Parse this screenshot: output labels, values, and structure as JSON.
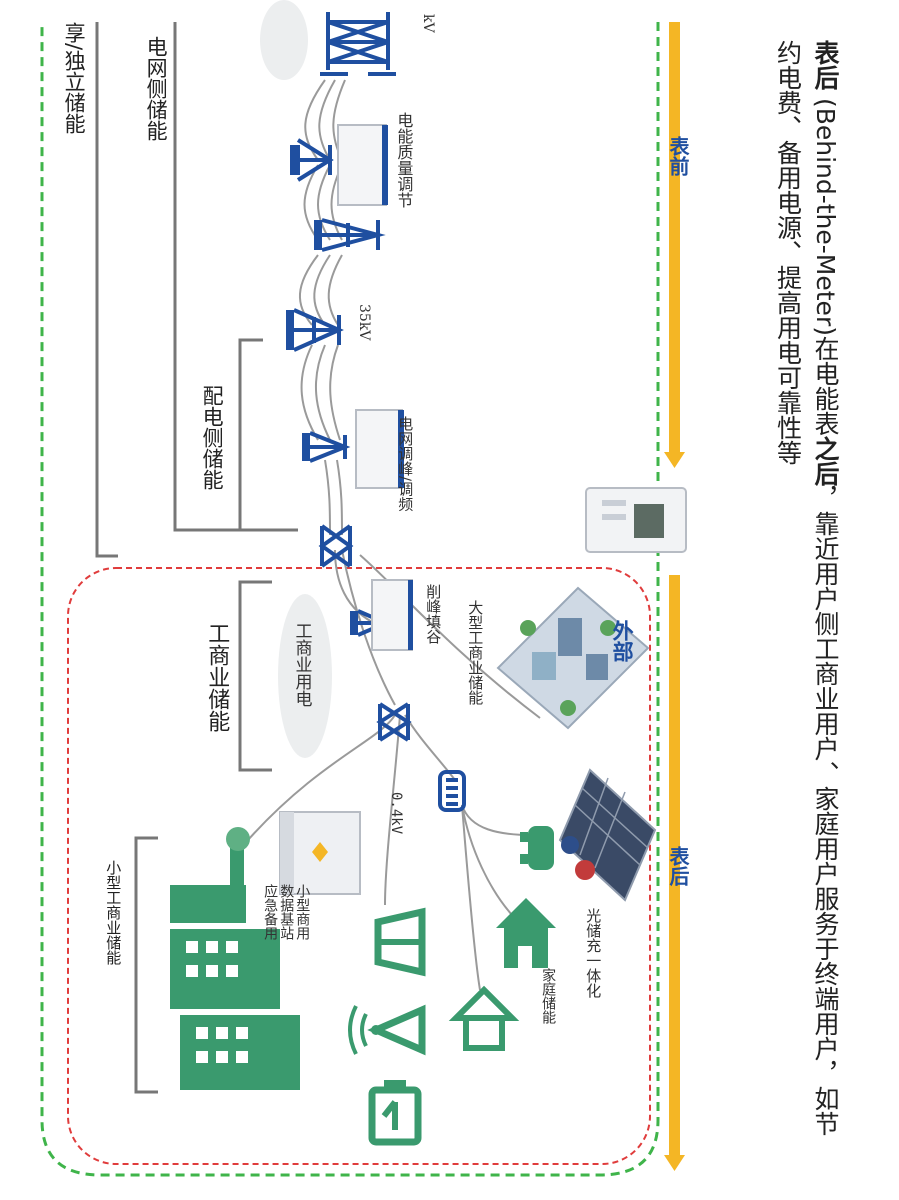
{
  "caption": {
    "term": "表后",
    "english": " (Behind-the-Meter)",
    "pre": "在电能表",
    "emph": "之后",
    "rest": "，靠近用户侧工商业用户、家庭用户服务于终端用户，如节约电费、备用电源、提高用电可靠性等"
  },
  "bars": {
    "front_label": "表前",
    "behind_label": "表后"
  },
  "colors": {
    "blue": "#1f4fa0",
    "green": "#3a9a6e",
    "gold": "#f4b625",
    "red_dash": "#e03c3c",
    "green_dash": "#3fb44a"
  },
  "categories": {
    "shared_independent": "享/独立储能",
    "grid_side": "电网侧储能",
    "distribution_side": "配电侧储能",
    "ci_storage": "工商业储能",
    "small_ci_storage": "小型工商业储能"
  },
  "labels": {
    "voltage_top": "kV",
    "voltage_35": "35kV",
    "voltage_04": "0.4kV",
    "power_quality": "电能质量调节",
    "peak_freq": "电网调峰/调频",
    "peak_valley": "削峰填谷",
    "external": "外部",
    "large_ci": "大型工商业储能",
    "ci_power": "工商业用电",
    "pv_charging": "光储充一体化",
    "home_storage": "家庭储能",
    "small_commercial": "小型商用\n数据基站\n应急备用"
  }
}
